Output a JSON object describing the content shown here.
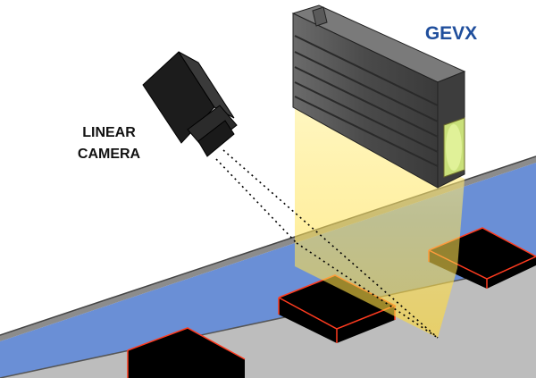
{
  "labels": {
    "product": "GEVX",
    "camera_line1": "LINEAR",
    "camera_line2": "CAMERA"
  },
  "colors": {
    "product_label": "#1f4e9c",
    "camera_label": "#111111",
    "belt": "#6a8fd6",
    "belt_edge": "#444444",
    "floor": "#bdbdbd",
    "box_top": "#000000",
    "box_outline": "#ff3b1f",
    "light_beam": "#ffe45c",
    "profile_body": "#4d4d4d",
    "camera_body": "#2a2a2a"
  },
  "icons": {
    "camera": "linear-camera-icon",
    "light": "gevx-light-bar-icon"
  }
}
